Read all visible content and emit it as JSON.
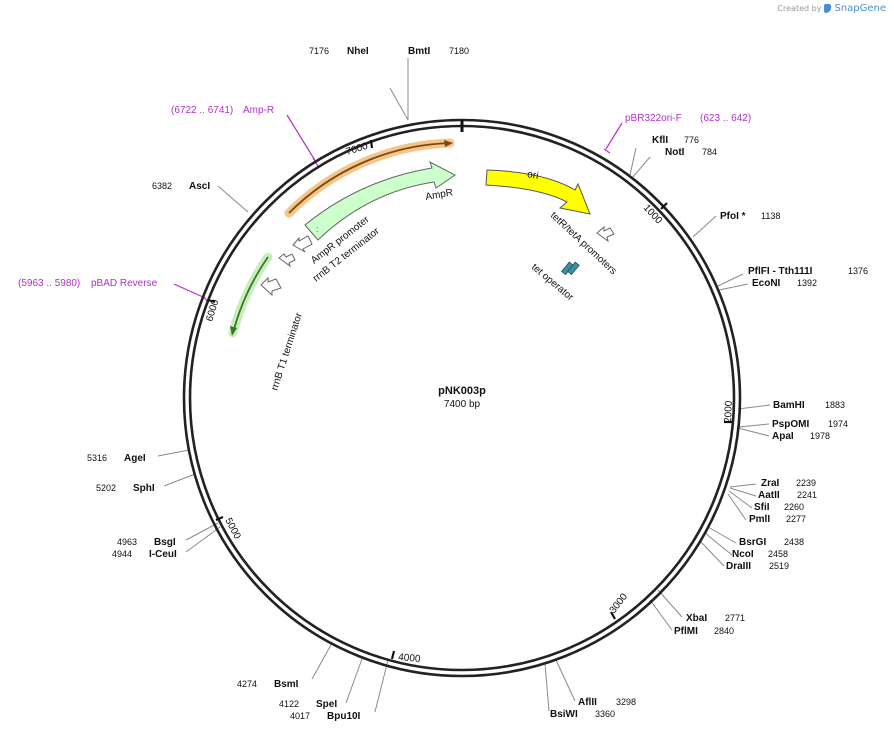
{
  "credit": {
    "prefix": "Created by",
    "brand": "SnapGene"
  },
  "plasmid": {
    "name": "pNK003p",
    "length_label": "7400 bp",
    "length": 7400
  },
  "tick_labels": [
    "1000",
    "2000",
    "3000",
    "4000",
    "5000",
    "6000",
    "7000"
  ],
  "enzymes": [
    {
      "name": "NheI",
      "pos": "7176"
    },
    {
      "name": "BmtI",
      "pos": "7180"
    },
    {
      "name": "KflI",
      "pos": "776"
    },
    {
      "name": "NotI",
      "pos": "784"
    },
    {
      "name": "PfoI *",
      "pos": "1138"
    },
    {
      "name": "PflFI - Tth111I",
      "pos": "1376"
    },
    {
      "name": "EcoNI",
      "pos": "1392"
    },
    {
      "name": "BamHI",
      "pos": "1883"
    },
    {
      "name": "PspOMI",
      "pos": "1974"
    },
    {
      "name": "ApaI",
      "pos": "1978"
    },
    {
      "name": "ZraI",
      "pos": "2239"
    },
    {
      "name": "AatII",
      "pos": "2241"
    },
    {
      "name": "SfiI",
      "pos": "2260"
    },
    {
      "name": "PmlI",
      "pos": "2277"
    },
    {
      "name": "BsrGI",
      "pos": "2438"
    },
    {
      "name": "NcoI",
      "pos": "2458"
    },
    {
      "name": "DraIII",
      "pos": "2519"
    },
    {
      "name": "XbaI",
      "pos": "2771"
    },
    {
      "name": "PflMI",
      "pos": "2840"
    },
    {
      "name": "AflII",
      "pos": "3298"
    },
    {
      "name": "BsiWI",
      "pos": "3360"
    },
    {
      "name": "SpeI",
      "pos": "4122"
    },
    {
      "name": "Bpu10I",
      "pos": "4017"
    },
    {
      "name": "BsmI",
      "pos": "4274"
    },
    {
      "name": "BsgI",
      "pos": "4963"
    },
    {
      "name": "I-CeuI",
      "pos": "4944"
    },
    {
      "name": "SphI",
      "pos": "5202"
    },
    {
      "name": "AgeI",
      "pos": "5316"
    },
    {
      "name": "AscI",
      "pos": "6382"
    }
  ],
  "primers": [
    {
      "name": "Amp-R",
      "range": "(6722 .. 6741)",
      "color": "#b031c9"
    },
    {
      "name": "pBR322ori-F",
      "range": "(623 .. 642)",
      "color": "#b031c9"
    },
    {
      "name": "pBAD Reverse",
      "range": "(5963 .. 5980)",
      "color": "#b031c9"
    }
  ],
  "features": [
    {
      "name": "ori",
      "color": "#ffff00"
    },
    {
      "name": "AmpR",
      "color": "#ccffcc"
    },
    {
      "name": "AmpR promoter",
      "color": "#ffffff"
    },
    {
      "name": "rrnB T2 terminator",
      "color": "#ffffff"
    },
    {
      "name": "rrnB T1 terminator",
      "color": "#ffffff"
    },
    {
      "name": "tetR/tetA promoters",
      "color": "#ffffff"
    },
    {
      "name": "tet operator",
      "color": "#3e8ea2"
    }
  ],
  "colors": {
    "primer": "#b031c9",
    "backbone": "#222222",
    "orange": "#f0a030",
    "green": "#7ec850"
  }
}
